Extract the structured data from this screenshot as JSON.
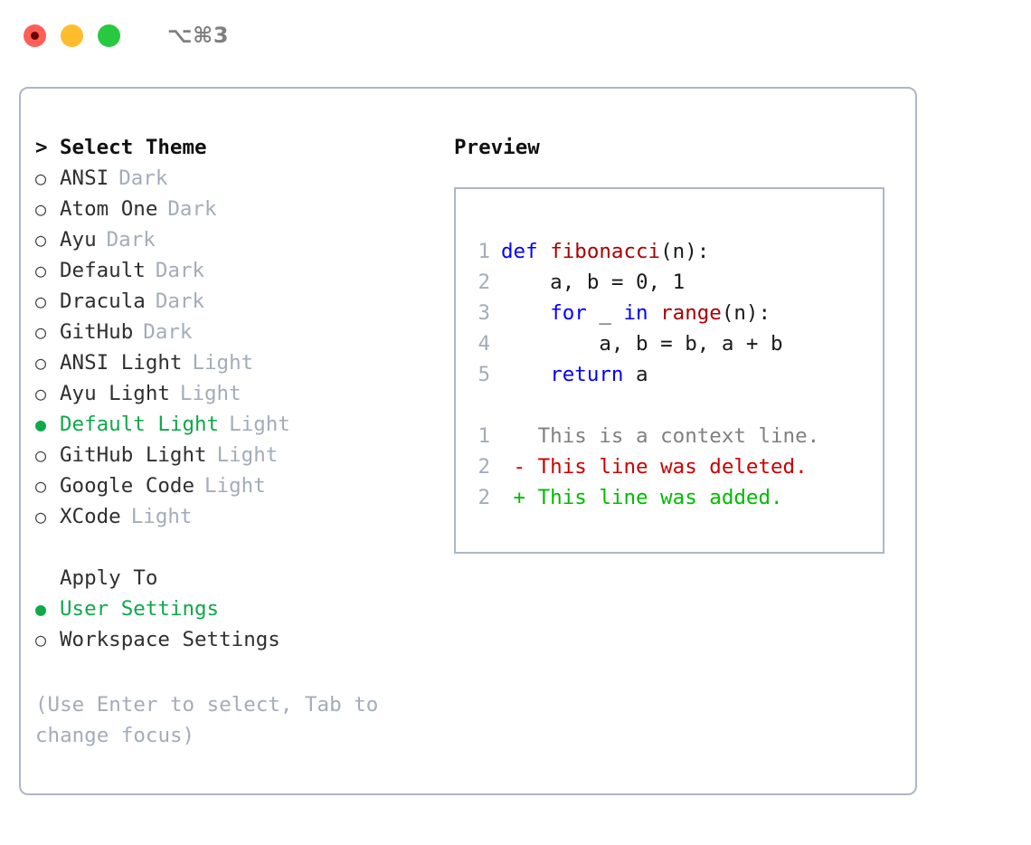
{
  "window": {
    "traffic_lights": [
      "close",
      "minimize",
      "maximize"
    ],
    "shortcut": "⌥⌘3",
    "accent_green": "#0fa84a",
    "border_color": "#aeb7c4",
    "muted_color": "#a3acba"
  },
  "theme_picker": {
    "caret": ">",
    "heading": "Select Theme",
    "bullet_selected": "●",
    "bullet_unselected": "○",
    "items": [
      {
        "name": "ANSI",
        "badge": "Dark",
        "selected": false
      },
      {
        "name": "Atom One",
        "badge": "Dark",
        "selected": false
      },
      {
        "name": "Ayu",
        "badge": "Dark",
        "selected": false
      },
      {
        "name": "Default",
        "badge": "Dark",
        "selected": false
      },
      {
        "name": "Dracula",
        "badge": "Dark",
        "selected": false
      },
      {
        "name": "GitHub",
        "badge": "Dark",
        "selected": false
      },
      {
        "name": "ANSI Light",
        "badge": "Light",
        "selected": false
      },
      {
        "name": "Ayu Light",
        "badge": "Light",
        "selected": false
      },
      {
        "name": "Default Light",
        "badge": "Light",
        "selected": true
      },
      {
        "name": "GitHub Light",
        "badge": "Light",
        "selected": false
      },
      {
        "name": "Google Code",
        "badge": "Light",
        "selected": false
      },
      {
        "name": "XCode",
        "badge": "Light",
        "selected": false
      }
    ]
  },
  "apply_to": {
    "heading": "Apply To",
    "options": [
      {
        "label": "User Settings",
        "selected": true
      },
      {
        "label": "Workspace Settings",
        "selected": false
      }
    ]
  },
  "hint": "(Use Enter to select, Tab to change focus)",
  "preview": {
    "title": "Preview",
    "code_lines": [
      {
        "num": "1",
        "tokens": [
          {
            "t": "def ",
            "c": "kw"
          },
          {
            "t": "fibonacci",
            "c": "fn"
          },
          {
            "t": "(n):",
            "c": "plain"
          }
        ]
      },
      {
        "num": "2",
        "tokens": [
          {
            "t": "    a, b = 0, 1",
            "c": "plain"
          }
        ]
      },
      {
        "num": "3",
        "tokens": [
          {
            "t": "    ",
            "c": "plain"
          },
          {
            "t": "for",
            "c": "kw"
          },
          {
            "t": " _ ",
            "c": "plain"
          },
          {
            "t": "in",
            "c": "kw"
          },
          {
            "t": " ",
            "c": "plain"
          },
          {
            "t": "range",
            "c": "fn"
          },
          {
            "t": "(n):",
            "c": "plain"
          }
        ]
      },
      {
        "num": "4",
        "tokens": [
          {
            "t": "        a, b = b, a + b",
            "c": "plain"
          }
        ]
      },
      {
        "num": "5",
        "tokens": [
          {
            "t": "    ",
            "c": "plain"
          },
          {
            "t": "return",
            "c": "kw"
          },
          {
            "t": " a",
            "c": "plain"
          }
        ]
      }
    ],
    "diff_lines": [
      {
        "num": "1",
        "marker": " ",
        "text": " This is a context line.",
        "kind": "ctx"
      },
      {
        "num": "2",
        "marker": "-",
        "text": " This line was deleted.",
        "kind": "del"
      },
      {
        "num": "2",
        "marker": "+",
        "text": " This line was added.",
        "kind": "add"
      }
    ],
    "syntax_colors": {
      "keyword": "#0000ff",
      "function": "#aa0000",
      "plain": "#1a1a1a",
      "line_number": "#a3acba",
      "context": "#808080",
      "deleted": "#cc0000",
      "added": "#00bb00"
    }
  }
}
